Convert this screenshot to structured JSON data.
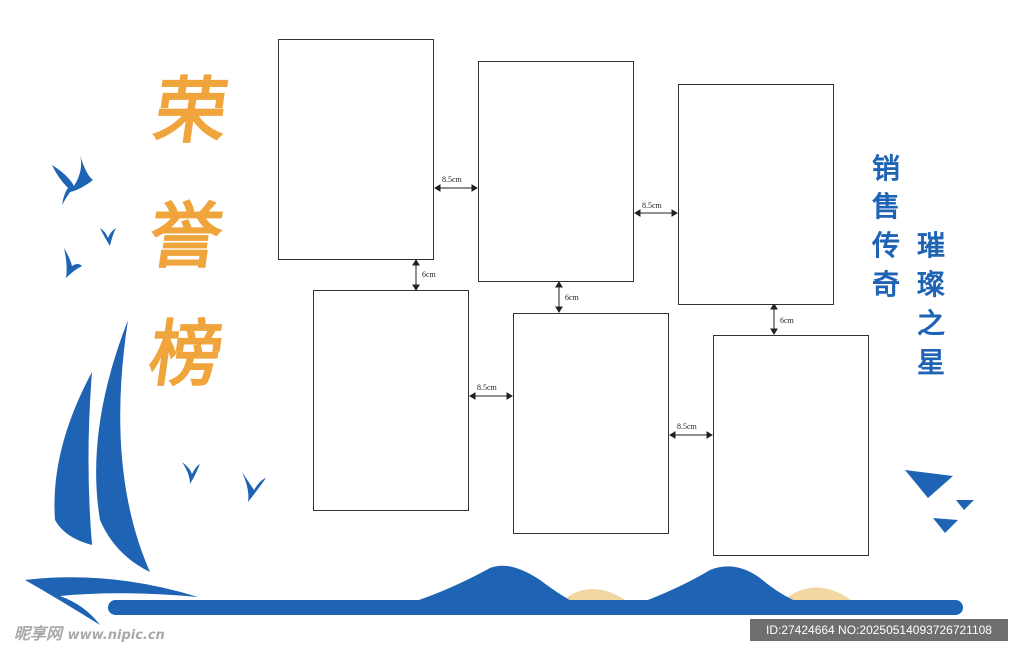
{
  "title": [
    "荣",
    "誉",
    "榜"
  ],
  "slogan": {
    "right_column": [
      "销",
      "售",
      "传",
      "奇"
    ],
    "left_column": [
      "璀",
      "璨",
      "之",
      "星"
    ]
  },
  "dimensions": {
    "gap_h_1": "8.5cm",
    "gap_h_2": "8.5cm",
    "gap_h_3": "8.5cm",
    "gap_h_4": "8.5cm",
    "gap_v_1": "6cm",
    "gap_v_2": "6cm",
    "gap_v_3": "6cm"
  },
  "watermark": {
    "site_name": "昵享网",
    "site_url": "www.nipic.cn",
    "id_text": "ID:27424664 NO:20250514093726721108"
  },
  "colors": {
    "blue": "#1f63b5",
    "orange": "#f0a53c",
    "sand": "#f3d7a3"
  }
}
